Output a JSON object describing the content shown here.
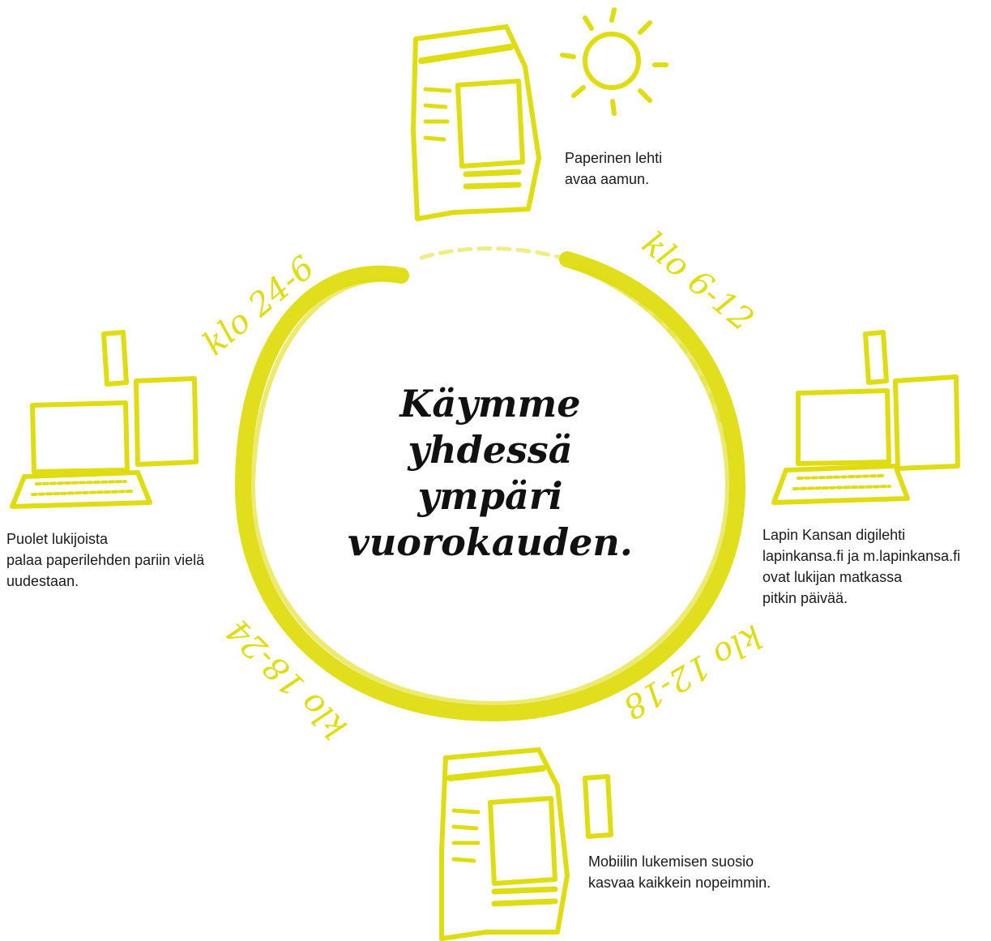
{
  "colors": {
    "accent": "#dfdc12",
    "text": "#1a1a1a"
  },
  "title": {
    "lines": [
      "Käymme",
      "yhdessä",
      "ympäri",
      "vuorokauden."
    ]
  },
  "time_labels": {
    "top_right": "klo 6-12",
    "bottom_right": "klo 12-18",
    "bottom_left": "klo 18-24",
    "top_left": "klo 24-6"
  },
  "captions": {
    "top": [
      "Paperinen lehti",
      "avaa aamun."
    ],
    "right": [
      "Lapin Kansan digilehti",
      "lapinkansa.fi ja m.lapinkansa.fi",
      "ovat lukijan matkassa",
      "pitkin päivää."
    ],
    "bottom": [
      "Mobiilin lukemisen suosio",
      "kasvaa kaikkein nopeimmin."
    ],
    "left": [
      "Puolet lukijoista",
      "palaa paperilehden pariin vielä",
      "uudestaan."
    ]
  },
  "icons": {
    "top": [
      "newspaper-icon",
      "sun-icon"
    ],
    "right": [
      "laptop-icon",
      "tablet-icon",
      "phone-icon"
    ],
    "bottom": [
      "newspaper-icon",
      "phone-icon"
    ],
    "left": [
      "laptop-icon",
      "tablet-icon",
      "phone-icon"
    ]
  }
}
